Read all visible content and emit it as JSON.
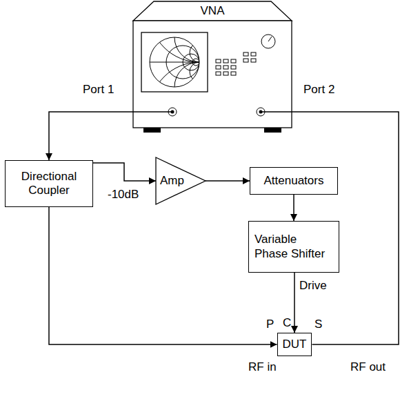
{
  "diagram": {
    "nodes": [
      {
        "text": [
          "VNA"
        ]
      },
      {
        "text": [
          "Directional Coupler"
        ]
      },
      {
        "text": [
          "Amp"
        ]
      },
      {
        "text": [
          "Attenuators"
        ]
      },
      {
        "text": [
          "Variable Phase Shifter"
        ]
      },
      {
        "text": [
          "DUT"
        ]
      }
    ],
    "edges": [
      {
        "from": 0,
        "to": 1,
        "arrow": "to"
      },
      {
        "from": 1,
        "to": 2,
        "arrow": "to"
      },
      {
        "from": 2,
        "to": 3,
        "arrow": "to"
      },
      {
        "from": 3,
        "to": 4,
        "arrow": "to"
      },
      {
        "from": 4,
        "to": 5,
        "arrow": "to"
      },
      {
        "from": 1,
        "to": 5,
        "arrow": "to"
      },
      {
        "from": 5,
        "to": 0,
        "arrow": "none"
      }
    ],
    "labels": [
      "Port 1",
      "Port 2",
      "-10dB",
      "Drive",
      "C",
      "P",
      "S",
      "RF in",
      "RF out"
    ]
  }
}
